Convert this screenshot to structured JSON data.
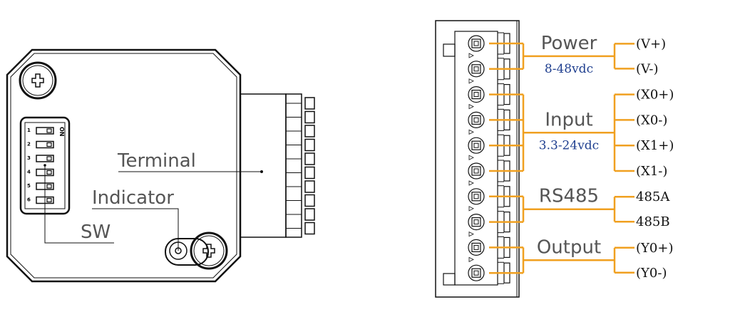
{
  "module_view": {
    "labels": {
      "terminal": "Terminal",
      "indicator": "Indicator",
      "sw": "SW"
    },
    "dip_switch": {
      "on_label": "ON",
      "positions": [
        "1",
        "2",
        "3",
        "4",
        "5",
        "6"
      ]
    }
  },
  "wiring": {
    "groups": [
      {
        "name": "Power",
        "voltage": "8-48vdc",
        "pins": [
          "(V+)",
          "(V-)"
        ]
      },
      {
        "name": "Input",
        "voltage": "3.3-24vdc",
        "pins": [
          "(X0+)",
          "(X0-)",
          "(X1+)",
          "(X1-)"
        ]
      },
      {
        "name": "RS485",
        "voltage": "",
        "pins": [
          "485A",
          "485B"
        ]
      },
      {
        "name": "Output",
        "voltage": "",
        "pins": [
          "(Y0+)",
          "(Y0-)"
        ]
      }
    ],
    "wire_color": "#f0a020",
    "voltage_color": "#1f3f8f"
  }
}
